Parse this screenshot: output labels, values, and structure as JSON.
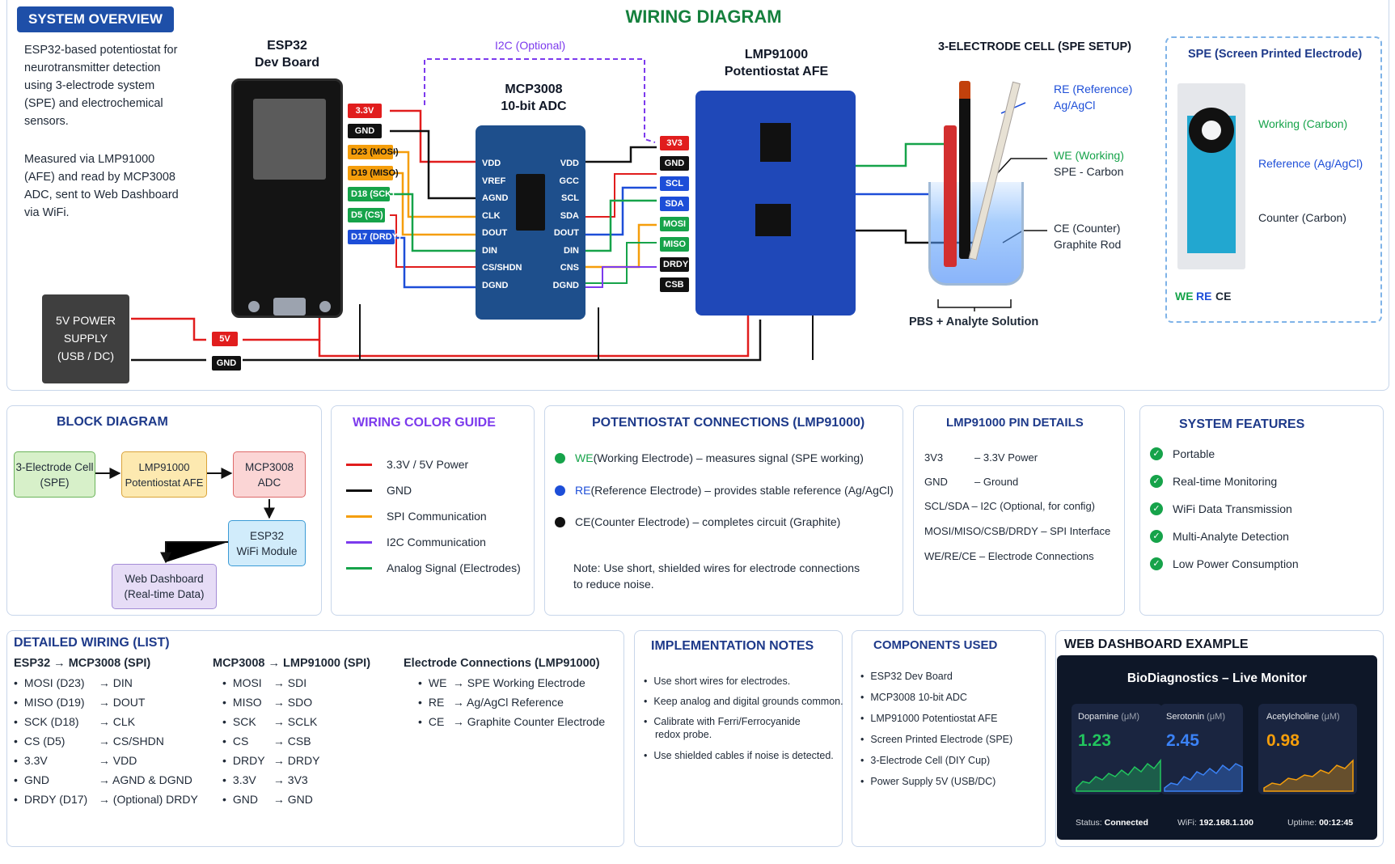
{
  "overview": {
    "badge": "SYSTEM OVERVIEW",
    "para1": [
      "ESP32-based potentiostat for",
      "neurotransmitter detection",
      "using 3-electrode system",
      "(SPE) and electrochemical",
      "sensors."
    ],
    "para2": [
      "Measured via LMP91000",
      "(AFE) and read by MCP3008",
      "ADC, sent to Web Dashboard",
      "via WiFi."
    ]
  },
  "diagram": {
    "title": "WIRING DIAGRAM",
    "i2c_label": "I2C (Optional)",
    "esp32": {
      "line1": "ESP32",
      "line2": "Dev Board"
    },
    "mcp": {
      "line1": "MCP3008",
      "line2": "10-bit ADC"
    },
    "lmp": {
      "line1": "LMP91000",
      "line2": "Potentiostat AFE"
    },
    "cell_title": "3-ELECTRODE CELL (SPE SETUP)",
    "esp_pins": [
      "3.3V",
      "GND",
      "D23 (MOSI)",
      "D19 (MISO)",
      "D18 (SCK)",
      "D5 (CS)",
      "D17 (DRDY)"
    ],
    "mcp_left": [
      "VDD",
      "VREF",
      "AGND",
      "CLK",
      "DOUT",
      "DIN",
      "CS/SHDN",
      "DGND"
    ],
    "mcp_right": [
      "VDD",
      "GCC",
      "SCL",
      "SDA",
      "DOUT",
      "DIN",
      "CNS",
      "DGND"
    ],
    "lmp_pins": [
      "3V3",
      "GND",
      "SCL",
      "SDA",
      "MOSI",
      "MISO",
      "DRDY",
      "CSB"
    ],
    "power": {
      "line1": "5V POWER",
      "line2": "SUPPLY",
      "line3": "(USB / DC)",
      "v5": "5V",
      "gnd": "GND"
    },
    "re_label": {
      "a": "RE",
      "b": " (Reference)",
      "c": "Ag/AgCl"
    },
    "we_label": {
      "a": "WE",
      "b": " (Working)",
      "c": "SPE - Carbon"
    },
    "ce_label": {
      "a": "CE (Counter)",
      "c": "Graphite Rod"
    },
    "solution": "PBS + Analyte Solution",
    "spe_title": "SPE (Screen Printed Electrode)",
    "spe_working": "Working (Carbon)",
    "spe_reference": "Reference (Ag/AgCl)",
    "spe_counter": "Counter (Carbon)",
    "spe_we": "WE",
    "spe_re": "RE",
    "spe_ce": "CE"
  },
  "block": {
    "title": "BLOCK DIAGRAM",
    "cell": [
      "3-Electrode Cell",
      "(SPE)"
    ],
    "lmp": [
      "LMP91000",
      "Potentiostat AFE"
    ],
    "mcp": [
      "MCP3008",
      "ADC"
    ],
    "esp": [
      "ESP32",
      "WiFi Module"
    ],
    "web": [
      "Web Dashboard",
      "(Real-time Data)"
    ]
  },
  "guide": {
    "title": "WIRING COLOR GUIDE",
    "rows": [
      {
        "label": "3.3V / 5V Power",
        "color": "#e11d1d"
      },
      {
        "label": "GND",
        "color": "#111111"
      },
      {
        "label": "SPI Communication",
        "color": "#f59e0b"
      },
      {
        "label": "I2C Communication",
        "color": "#7c3aed"
      },
      {
        "label": "Analog Signal (Electrodes)",
        "color": "#16a34a"
      }
    ]
  },
  "potconn": {
    "title": "POTENTIOSTAT CONNECTIONS (LMP91000)",
    "rows": [
      {
        "key": "WE",
        "text": " (Working Electrode) – measures signal (SPE working)",
        "color": "#16a34a"
      },
      {
        "key": "RE",
        "text": " (Reference Electrode) – provides stable reference (Ag/AgCl)",
        "color": "#1d4ed8"
      },
      {
        "key": "CE",
        "text": " (Counter Electrode) – completes circuit (Graphite)",
        "color": "#111111"
      }
    ],
    "note1": "Note: Use short, shielded wires for electrode connections",
    "note2": "to reduce noise."
  },
  "pindetails": {
    "title": "LMP91000 PIN DETAILS",
    "rows": [
      {
        "k": "3V3",
        "v": "– 3.3V Power"
      },
      {
        "k": "GND",
        "v": "– Ground"
      },
      {
        "k": "SCL/SDA",
        "v": "– I2C (Optional, for config)"
      },
      {
        "k": "MOSI/MISO/CSB/DRDY",
        "v": "– SPI Interface"
      },
      {
        "k": "WE/RE/CE",
        "v": "– Electrode Connections"
      }
    ]
  },
  "features": {
    "title": "SYSTEM FEATURES",
    "items": [
      "Portable",
      "Real-time Monitoring",
      "WiFi Data Transmission",
      "Multi-Analyte Detection",
      "Low Power Consumption"
    ]
  },
  "detailed": {
    "title": "DETAILED WIRING (LIST)",
    "col1": {
      "head": "ESP32 → MCP3008 (SPI)",
      "rows": [
        [
          "MOSI (D23)",
          "→ DIN"
        ],
        [
          "MISO (D19)",
          "→ DOUT"
        ],
        [
          "SCK (D18)",
          "→ CLK"
        ],
        [
          "CS (D5)",
          "→ CS/SHDN"
        ],
        [
          "3.3V",
          "→ VDD"
        ],
        [
          "GND",
          "→ AGND & DGND"
        ],
        [
          "DRDY (D17)",
          "→ (Optional) DRDY"
        ]
      ]
    },
    "col2": {
      "head": "MCP3008 → LMP91000 (SPI)",
      "rows": [
        [
          "MOSI",
          "→ SDI"
        ],
        [
          "MISO",
          "→ SDO"
        ],
        [
          "SCK",
          "→ SCLK"
        ],
        [
          "CS",
          "→ CSB"
        ],
        [
          "DRDY",
          "→ DRDY"
        ],
        [
          "3.3V",
          "→ 3V3"
        ],
        [
          "GND",
          "→ GND"
        ]
      ]
    },
    "col3": {
      "head": "Electrode Connections (LMP91000)",
      "rows": [
        [
          "WE",
          "→ SPE Working Electrode"
        ],
        [
          "RE",
          "→ Ag/AgCl Reference"
        ],
        [
          "CE",
          "→ Graphite Counter Electrode"
        ]
      ]
    }
  },
  "impl": {
    "title": "IMPLEMENTATION NOTES",
    "items": [
      "Use short wires for electrodes.",
      "Keep analog and digital grounds common.",
      "Calibrate with Ferri/Ferrocyanide",
      "redox probe.",
      "Use shielded cables if noise is detected."
    ]
  },
  "components": {
    "title": "COMPONENTS USED",
    "items": [
      "ESP32 Dev Board",
      "MCP3008 10-bit ADC",
      "LMP91000 Potentiostat AFE",
      "Screen Printed Electrode (SPE)",
      "3-Electrode Cell (DIY Cup)",
      "Power Supply 5V (USB/DC)"
    ]
  },
  "dashboard": {
    "title": "WEB DASHBOARD EXAMPLE",
    "header": "BioDiagnostics – Live Monitor",
    "metrics": [
      {
        "name": "Dopamine",
        "unit": " (μM)",
        "value": "1.23",
        "color": "#22c55e"
      },
      {
        "name": "Serotonin",
        "unit": " (μM)",
        "value": "2.45",
        "color": "#3b82f6"
      },
      {
        "name": "Acetylcholine",
        "unit": " (μM)",
        "value": "0.98",
        "color": "#f59e0b"
      }
    ],
    "status_k": "Status: ",
    "status_v": "Connected",
    "wifi_k": "WiFi: ",
    "wifi_v": "192.168.1.100",
    "uptime_k": "Uptime: ",
    "uptime_v": "00:12:45"
  }
}
